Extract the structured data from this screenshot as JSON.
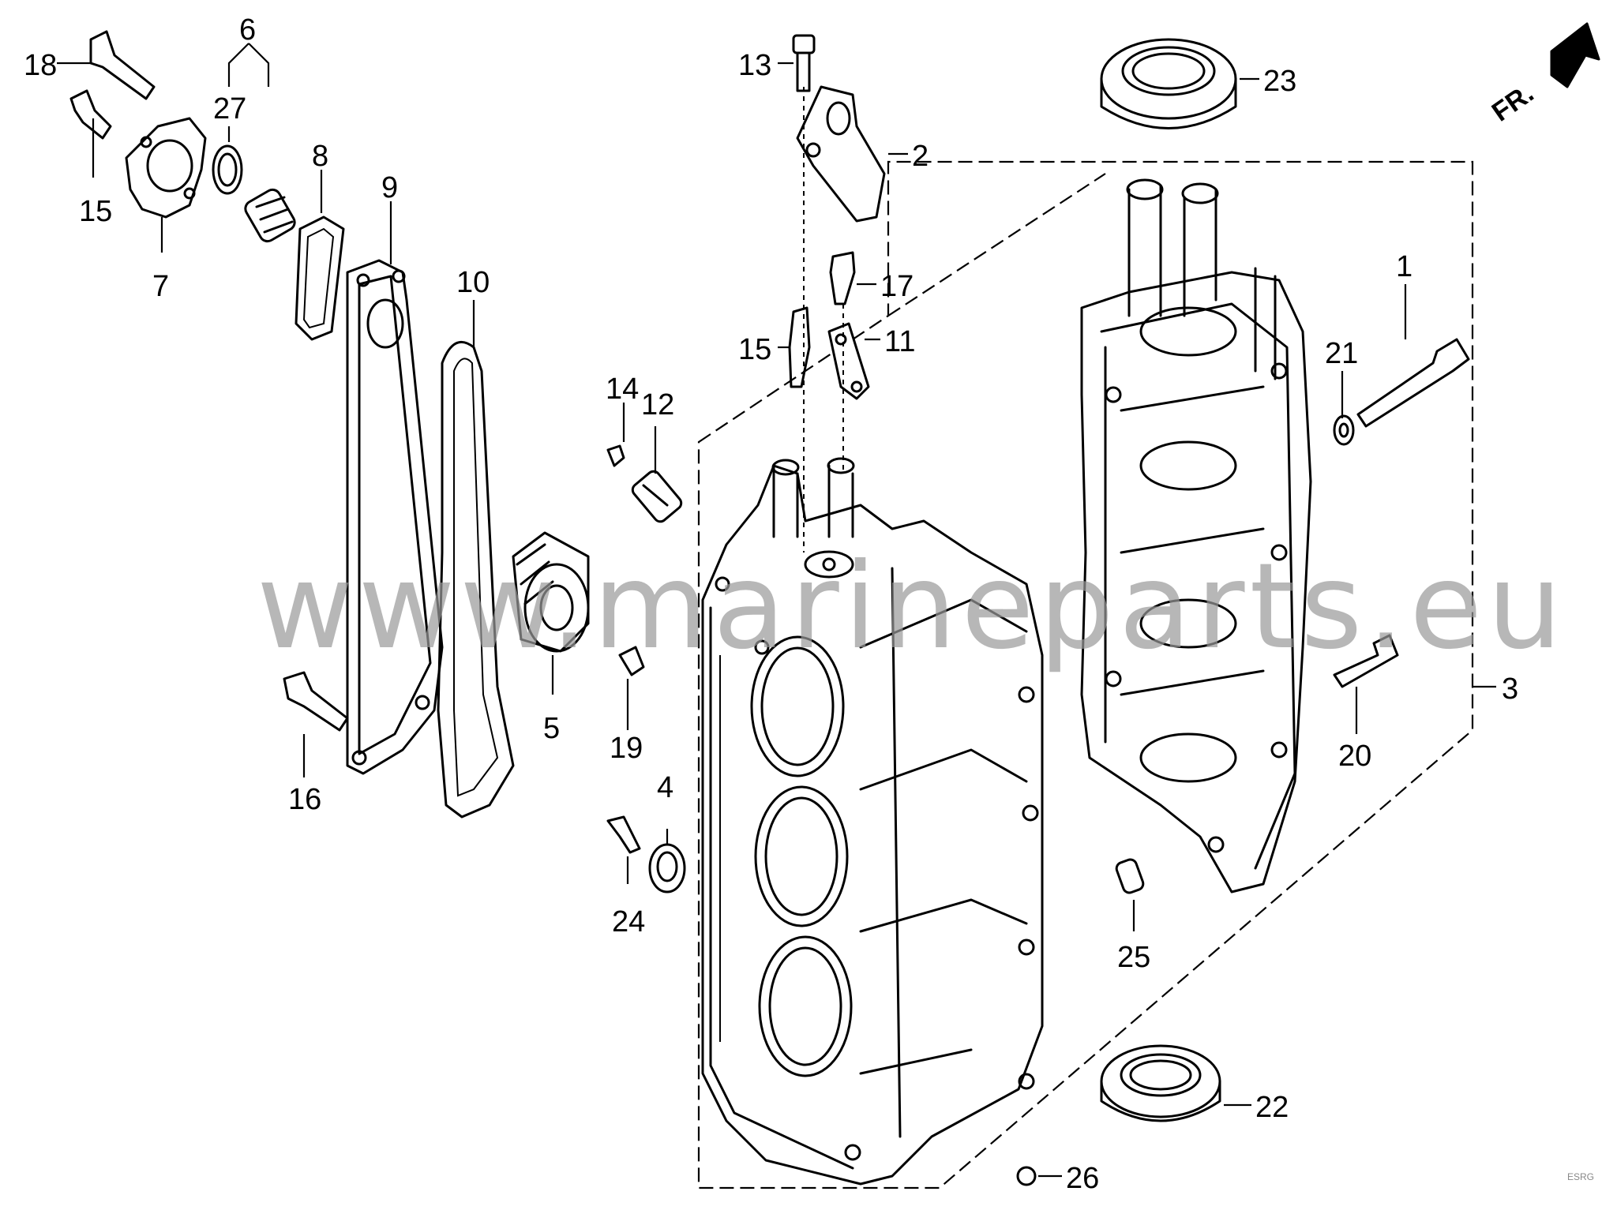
{
  "watermark": "www.marineparts.eu",
  "direction_label": "FR.",
  "corner_code": "ESRG",
  "callouts": {
    "c1": "1",
    "c2": "2",
    "c3": "3",
    "c4": "4",
    "c5": "5",
    "c6": "6",
    "c7": "7",
    "c8": "8",
    "c9": "9",
    "c10": "10",
    "c11": "11",
    "c12": "12",
    "c13": "13",
    "c14": "14",
    "c15a": "15",
    "c15b": "15",
    "c16": "16",
    "c17": "17",
    "c18": "18",
    "c19": "19",
    "c20": "20",
    "c21": "21",
    "c22": "22",
    "c23": "23",
    "c24": "24",
    "c25": "25",
    "c26": "26",
    "c27": "27"
  }
}
